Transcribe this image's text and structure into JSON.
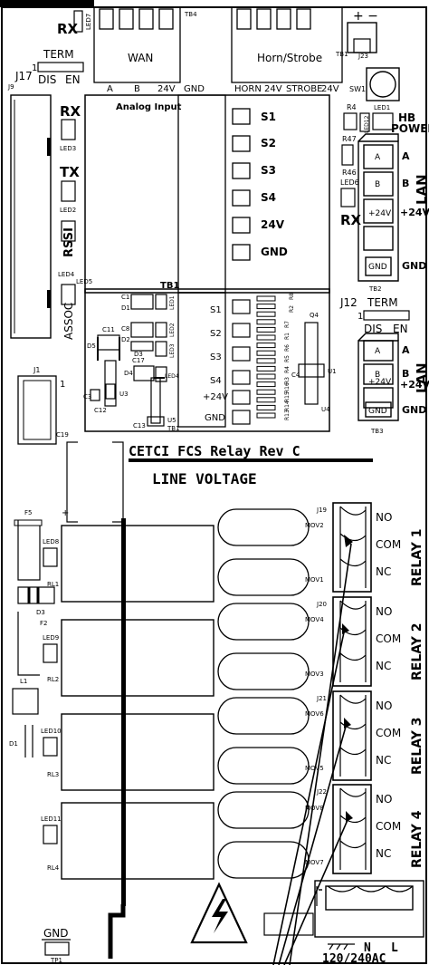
{
  "board_title": "CETCI FCS Relay Rev C",
  "line_voltage": "LINE VOLTAGE",
  "top": {
    "rx": "RX",
    "led7": "LED7",
    "term": "TERM",
    "j17": "J17",
    "j17_1": "1",
    "dis": "DIS",
    "en": "EN",
    "j9": "J9",
    "tb4": "TB4",
    "wan": "WAN",
    "horn_strobe": "Horn/Strobe",
    "pins": [
      "A",
      "B",
      "24V",
      "GND",
      "HORN",
      "24V",
      "STROBE",
      "24V"
    ],
    "tb1_top": "TB1",
    "j23": "J23",
    "plus_minus": "+ −",
    "sw1": "SW1",
    "r4": "R4",
    "led1": "LED1",
    "hb": "HB",
    "power": "POWER",
    "led12": "LED12"
  },
  "left": {
    "rx": "RX",
    "led3": "LED3",
    "tx": "TX",
    "led2": "LED2",
    "rssi": "RSSI",
    "led4": "LED4",
    "led5": "LED5",
    "assoc": "ASSOC",
    "j1": "J1",
    "j1_1": "1"
  },
  "analog": {
    "title": "Analog Input",
    "tb1": "TB1",
    "terminals": [
      "S1",
      "S2",
      "S3",
      "S4",
      "24V",
      "GND"
    ]
  },
  "lan_top": {
    "r47": "R47",
    "r46": "R46",
    "led6": "LED6",
    "rx": "RX",
    "pins": [
      "A",
      "B",
      "+24V",
      "GND"
    ],
    "side": [
      "A",
      "B",
      "+24V",
      "GND"
    ],
    "lan": "LAN",
    "tb2": "TB2"
  },
  "mid": {
    "j12": "J12",
    "term": "TERM",
    "one": "1",
    "dis": "DIS",
    "en": "EN",
    "c1": "C1",
    "d1": "D1",
    "c11": "C11",
    "d5": "D5",
    "c8": "C8",
    "d2": "D2",
    "c17": "C17",
    "d3": "D3",
    "d4": "D4",
    "leds": [
      "LED1",
      "LED2",
      "LED3",
      "LED4"
    ],
    "c3": "C3",
    "c12": "C12",
    "u3": "U3",
    "c13": "C13",
    "u5": "U5",
    "tb1": "TB1",
    "terminals": [
      "S1",
      "S2",
      "S3",
      "S4",
      "+24V",
      "GND"
    ],
    "resistors": [
      "R8",
      "R2",
      "R7",
      "R1",
      "R6",
      "R5",
      "R4",
      "R3",
      "R16",
      "R15",
      "R14",
      "R13",
      "R9",
      "R10",
      "R11",
      "R12"
    ],
    "q4": "Q4",
    "u1": "U1",
    "c4": "C4",
    "u4": "U4"
  },
  "lan_bot": {
    "pins": [
      "A",
      "B",
      "+24V",
      "GND"
    ],
    "side": [
      "A",
      "B",
      "+24V",
      "GND"
    ],
    "lan": "LAN",
    "tb3": "TB3"
  },
  "power": {
    "c19": "C19",
    "plus": "+",
    "f5": "F5",
    "led8": "LED8",
    "rl1": "RL1",
    "d3": "D3",
    "f2": "F2",
    "led9": "LED9",
    "rl2": "RL2",
    "l1": "L1",
    "d1": "D1",
    "led10": "LED10",
    "rl3": "RL3",
    "led11": "LED11",
    "rl4": "RL4",
    "gnd": "GND",
    "tp1": "TP1",
    "movs": [
      "MOV2",
      "MOV1",
      "MOV4",
      "MOV3",
      "MOV6",
      "MOV5",
      "MOV8",
      "MOV7"
    ],
    "ac": "120/240AC",
    "n": "N",
    "l": "L"
  },
  "relays": [
    {
      "j": "J19",
      "name": "RELAY 1",
      "pins": [
        "NO",
        "COM",
        "NC"
      ]
    },
    {
      "j": "J20",
      "name": "RELAY 2",
      "pins": [
        "NO",
        "COM",
        "NC"
      ]
    },
    {
      "j": "J21",
      "name": "RELAY 3",
      "pins": [
        "NO",
        "COM",
        "NC"
      ]
    },
    {
      "j": "J22",
      "name": "RELAY 4",
      "pins": [
        "NO",
        "COM",
        "NC"
      ]
    }
  ]
}
